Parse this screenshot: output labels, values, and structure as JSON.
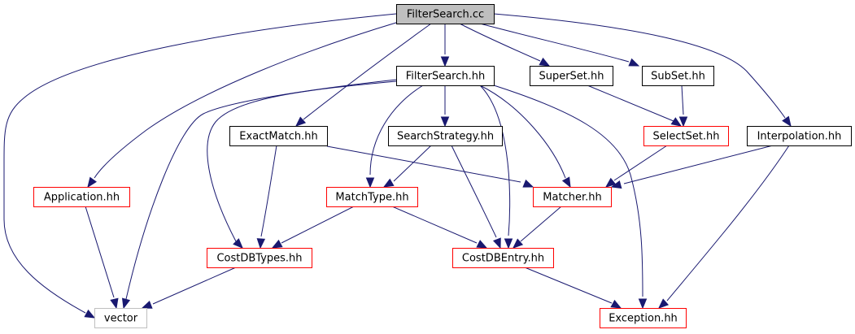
{
  "graph": {
    "nodes": [
      {
        "id": "filtersearch_cc",
        "label": "FilterSearch.cc",
        "style": "root"
      },
      {
        "id": "filtersearch_hh",
        "label": "FilterSearch.hh",
        "style": "normal"
      },
      {
        "id": "superset_hh",
        "label": "SuperSet.hh",
        "style": "normal"
      },
      {
        "id": "subset_hh",
        "label": "SubSet.hh",
        "style": "normal"
      },
      {
        "id": "exactmatch_hh",
        "label": "ExactMatch.hh",
        "style": "normal"
      },
      {
        "id": "searchstrategy_hh",
        "label": "SearchStrategy.hh",
        "style": "normal"
      },
      {
        "id": "selectset_hh",
        "label": "SelectSet.hh",
        "style": "red"
      },
      {
        "id": "interpolation_hh",
        "label": "Interpolation.hh",
        "style": "normal"
      },
      {
        "id": "application_hh",
        "label": "Application.hh",
        "style": "red"
      },
      {
        "id": "matchtype_hh",
        "label": "MatchType.hh",
        "style": "red"
      },
      {
        "id": "matcher_hh",
        "label": "Matcher.hh",
        "style": "red"
      },
      {
        "id": "costdbtypes_hh",
        "label": "CostDBTypes.hh",
        "style": "red"
      },
      {
        "id": "costdbentry_hh",
        "label": "CostDBEntry.hh",
        "style": "red"
      },
      {
        "id": "vector",
        "label": "vector",
        "style": "gray"
      },
      {
        "id": "exception_hh",
        "label": "Exception.hh",
        "style": "red"
      }
    ],
    "edges": [
      {
        "from": "filtersearch_cc",
        "to": "filtersearch_hh"
      },
      {
        "from": "filtersearch_cc",
        "to": "superset_hh"
      },
      {
        "from": "filtersearch_cc",
        "to": "subset_hh"
      },
      {
        "from": "filtersearch_cc",
        "to": "exactmatch_hh"
      },
      {
        "from": "filtersearch_cc",
        "to": "interpolation_hh"
      },
      {
        "from": "filtersearch_cc",
        "to": "application_hh"
      },
      {
        "from": "filtersearch_cc",
        "to": "vector"
      },
      {
        "from": "filtersearch_hh",
        "to": "searchstrategy_hh"
      },
      {
        "from": "filtersearch_hh",
        "to": "matchtype_hh"
      },
      {
        "from": "filtersearch_hh",
        "to": "matcher_hh"
      },
      {
        "from": "filtersearch_hh",
        "to": "costdbtypes_hh"
      },
      {
        "from": "filtersearch_hh",
        "to": "costdbentry_hh"
      },
      {
        "from": "filtersearch_hh",
        "to": "vector"
      },
      {
        "from": "filtersearch_hh",
        "to": "exception_hh"
      },
      {
        "from": "superset_hh",
        "to": "selectset_hh"
      },
      {
        "from": "subset_hh",
        "to": "selectset_hh"
      },
      {
        "from": "selectset_hh",
        "to": "matcher_hh"
      },
      {
        "from": "exactmatch_hh",
        "to": "matcher_hh"
      },
      {
        "from": "exactmatch_hh",
        "to": "costdbtypes_hh"
      },
      {
        "from": "searchstrategy_hh",
        "to": "matchtype_hh"
      },
      {
        "from": "searchstrategy_hh",
        "to": "costdbentry_hh"
      },
      {
        "from": "interpolation_hh",
        "to": "matcher_hh"
      },
      {
        "from": "interpolation_hh",
        "to": "exception_hh"
      },
      {
        "from": "application_hh",
        "to": "vector"
      },
      {
        "from": "matchtype_hh",
        "to": "costdbtypes_hh"
      },
      {
        "from": "matchtype_hh",
        "to": "costdbentry_hh"
      },
      {
        "from": "matcher_hh",
        "to": "costdbentry_hh"
      },
      {
        "from": "costdbtypes_hh",
        "to": "vector"
      },
      {
        "from": "costdbentry_hh",
        "to": "exception_hh"
      }
    ],
    "colors": {
      "edge": "#191970",
      "root_fill": "#bfbfbf",
      "normal_border": "#000000",
      "red_border": "#ff0000",
      "gray_border": "#bfbfbf",
      "text": "#000000"
    }
  }
}
